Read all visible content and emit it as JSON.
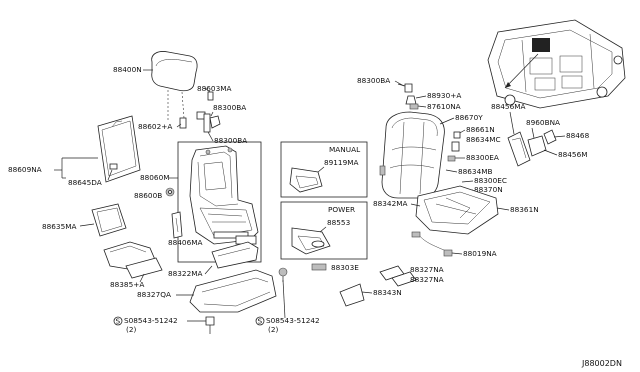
{
  "diagram": {
    "labels": {
      "p88400N": "88400N",
      "p88603MA": "88603MA",
      "p88300BA_a": "88300BA",
      "p88602A": "88602+A",
      "p88300BA_b": "88300BA",
      "p88609NA": "88609NA",
      "p88645DA": "88645DA",
      "p88600B": "88600B",
      "p88060M": "88060M",
      "p88635MA": "88635MA",
      "p88406MA": "88406MA",
      "p88385A": "88385+A",
      "p88322MA": "88322MA",
      "p88327QA": "88327QA",
      "bolt1": "S08543-51242",
      "bolt1_qty": "(2)",
      "bolt2": "S08543-51242",
      "bolt2_qty": "(2)",
      "p88303E": "88303E",
      "manual": "MANUAL",
      "p89119MA": "89119MA",
      "power": "POWER",
      "p88553": "88553",
      "p88300BA_c": "88300BA",
      "p88930A": "88930+A",
      "p87610NA": "87610NA",
      "p88670Y": "88670Y",
      "p88661N": "88661N",
      "p88634MC": "88634MC",
      "p88300EA": "88300EA",
      "p88634MB": "88634MB",
      "p88300EC": "88300EC",
      "p88370N": "88370N",
      "p88342MA": "88342MA",
      "p88361N": "88361N",
      "p88019NA": "88019NA",
      "p88327NA_a": "88327NA",
      "p88327NA_b": "88327NA",
      "p88343N": "88343N",
      "p88456MA": "88456MA",
      "p8960BNA": "8960BNA",
      "p88468": "88468",
      "p88456M": "88456M",
      "ref": "J88002DN"
    }
  }
}
